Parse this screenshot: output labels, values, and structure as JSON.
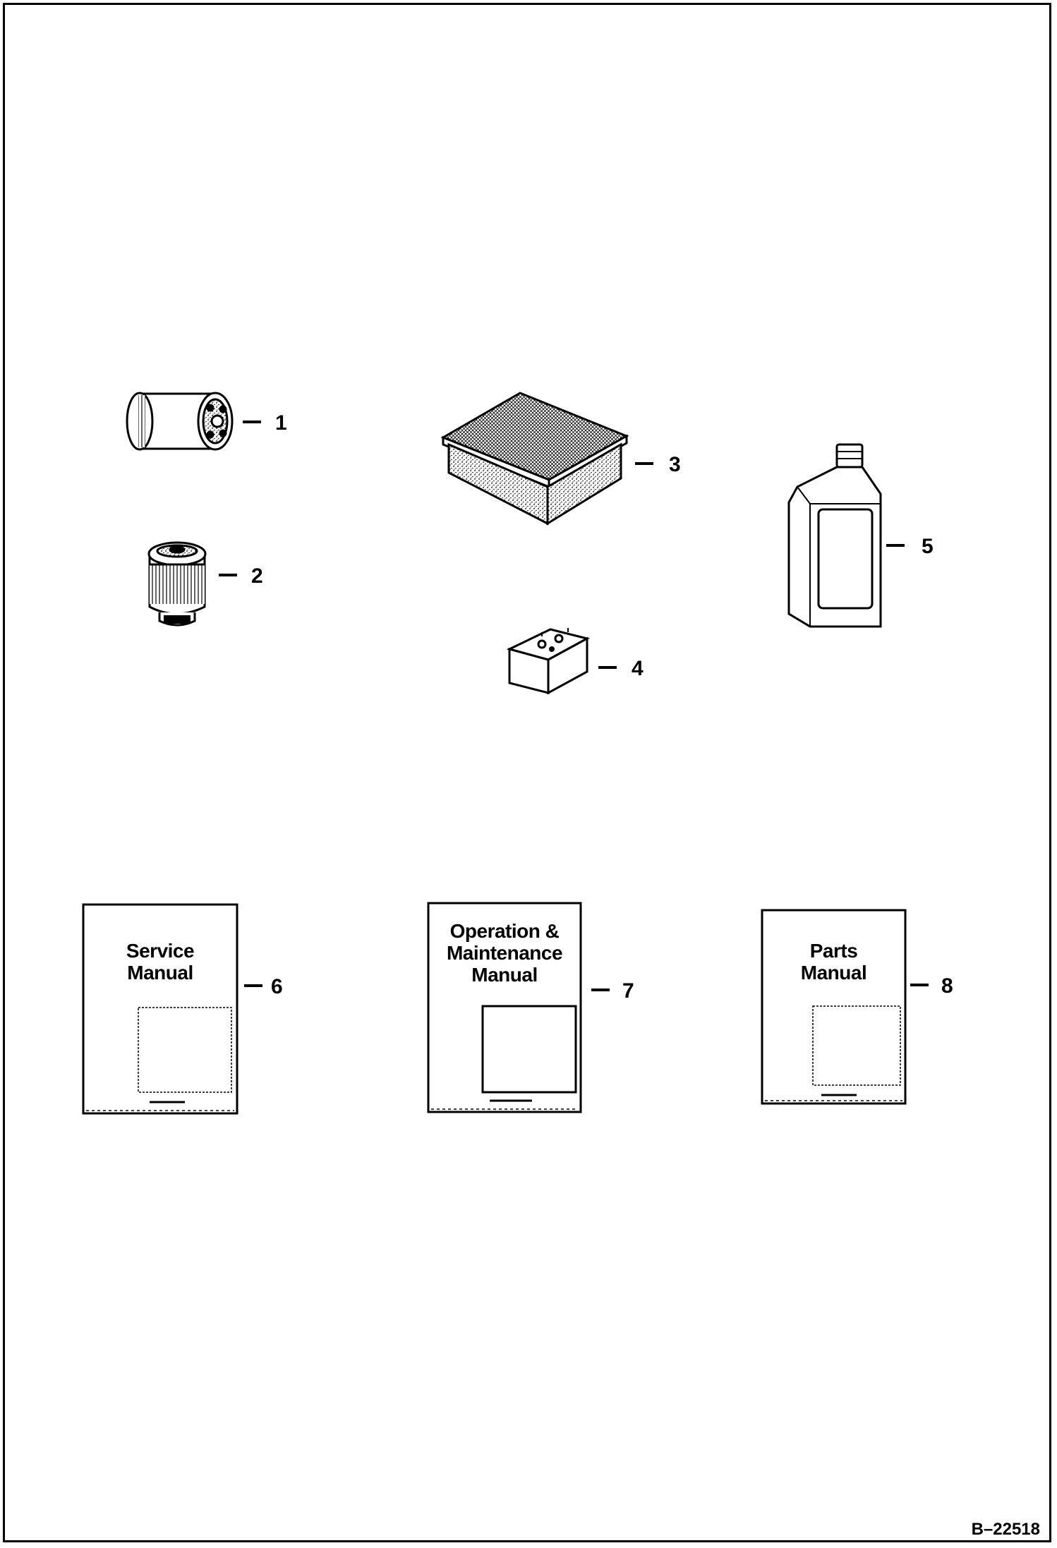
{
  "callouts": {
    "c1": "1",
    "c2": "2",
    "c3": "3",
    "c4": "4",
    "c5": "5",
    "c6": "6",
    "c7": "7",
    "c8": "8"
  },
  "manuals": {
    "service": {
      "line1": "Service",
      "line2": "Manual"
    },
    "operation": {
      "line1": "Operation &",
      "line2": "Maintenance",
      "line3": "Manual"
    },
    "parts": {
      "line1": "Parts",
      "line2": "Manual"
    }
  },
  "figure_number": "B–22518",
  "parts": [
    "oil-filter",
    "fuel-filter",
    "air-filter",
    "battery",
    "oil-bottle"
  ]
}
